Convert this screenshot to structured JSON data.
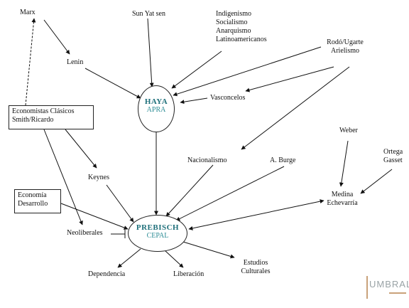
{
  "nodes": {
    "marx": "Marx",
    "sun_yat_sen": "Sun Yat sen",
    "indigenismo": [
      "Indigenismo",
      "Socialismo",
      "Anarquismo",
      "Latinoamericanos"
    ],
    "rodo": [
      "Rodó/Ugarte",
      "Arielismo"
    ],
    "lenin": "Lenin",
    "haya": {
      "name": "HAYA",
      "sub": "APRA"
    },
    "vasconcelos": "Vasconcelos",
    "economistas": [
      "Economistas Clásicos",
      "Smith/Ricardo"
    ],
    "weber": "Weber",
    "ortega": [
      "Ortega",
      "Gasset"
    ],
    "nacionalismo": "Nacionalismo",
    "burge": "A. Burge",
    "keynes": "Keynes",
    "economia": [
      "Economía",
      "Desarrollo"
    ],
    "medina": [
      "Medina",
      "Echevarría"
    ],
    "neoliberales": "Neoliberales",
    "prebisch": {
      "name": "PREBISCH",
      "sub": "CEPAL"
    },
    "dependencia": "Dependencia",
    "liberacion": "Liberación",
    "estudios": [
      "Estudios",
      "Culturales"
    ]
  },
  "logo": "UMBRAL"
}
